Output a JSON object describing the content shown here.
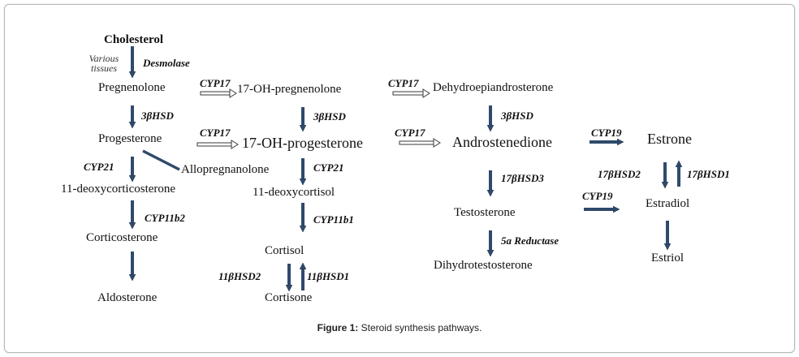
{
  "compounds": {
    "cholesterol": "Cholesterol",
    "pregnenolone": "Pregnenolone",
    "progesterone": "Progesterone",
    "allopregnanolone": "Allopregnanolone",
    "deoxycorticosterone": "11-deoxycorticosterone",
    "corticosterone": "Corticosterone",
    "aldosterone": "Aldosterone",
    "oh_pregnenolone": "17-OH-pregnenolone",
    "oh_progesterone": "17-OH-progesterone",
    "deoxycortisol": "11-deoxycortisol",
    "cortisol": "Cortisol",
    "cortisone": "Cortisone",
    "dhea": "Dehydroepiandrosterone",
    "androstenedione": "Androstenedione",
    "testosterone": "Testosterone",
    "dht": "Dihydrotestosterone",
    "estrone": "Estrone",
    "estradiol": "Estradiol",
    "estriol": "Estriol"
  },
  "enzymes": {
    "desmolase": "Desmolase",
    "hsd3b_1": "3βHSD",
    "cyp21_1": "CYP21",
    "cyp11b2": "CYP11b2",
    "cyp17_1": "CYP17",
    "cyp17_2": "CYP17",
    "hsd3b_2": "3βHSD",
    "cyp21_2": "CYP21",
    "cyp11b1": "CYP11b1",
    "hsd11b2": "11βHSD2",
    "hsd11b1": "11βHSD1",
    "cyp17_3": "CYP17",
    "cyp17_4": "CYP17",
    "hsd3b_3": "3βHSD",
    "hsd17b3": "17βHSD3",
    "reductase5a": "5a Reductase",
    "cyp19_1": "CYP19",
    "cyp19_2": "CYP19",
    "hsd17b2": "17βHSD2",
    "hsd17b1": "17βHSD1"
  },
  "notes": {
    "various_tissues_1": "Various",
    "various_tissues_2": "tissues"
  },
  "caption": {
    "label": "Figure 1:",
    "text": "Steroid synthesis pathways."
  },
  "colors": {
    "arrow_fill": "#2f4a6b",
    "arrow_stroke": "#1c2f47",
    "hollow_arrow_stroke": "#3a3a3a",
    "text": "#111111",
    "frame_border": "#b8b8b8"
  }
}
